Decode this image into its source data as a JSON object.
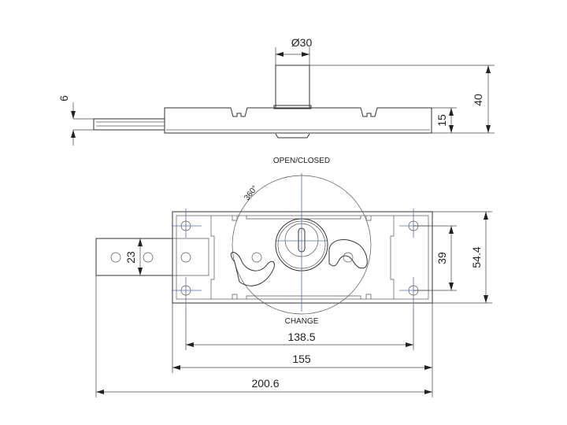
{
  "title": "Lock technical drawing",
  "side_view": {
    "diameter_label": "Ø30",
    "height_total": "40",
    "body_height": "15",
    "bar_thickness": "6"
  },
  "front_view": {
    "rotation_label": "360°",
    "top_label": "OPEN/CLOSED",
    "bottom_label": "CHANGE",
    "bar_width": "23",
    "hole_spacing_vertical": "39",
    "body_height": "54.4",
    "hole_spacing_horizontal": "138.5",
    "body_length": "155",
    "overall_length": "200.6"
  },
  "colors": {
    "line": "#333333",
    "centerline": "#5a6ea0"
  }
}
